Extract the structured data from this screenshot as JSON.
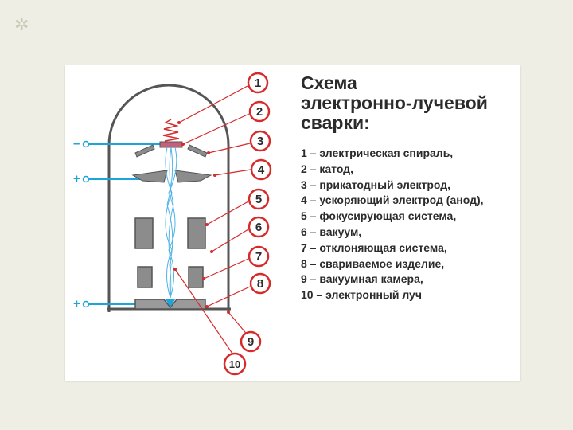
{
  "slide_bullet": "✲",
  "title_lines": [
    "Схема",
    "электронно-лучевой",
    "сварки:"
  ],
  "legend": [
    "1 – электрическая спираль,",
    "2 – катод,",
    "3 – прикатодный электрод,",
    "4 – ускоряющий электрод (анод),",
    "5 – фокусирующая система,",
    "6 – вакуум,",
    "7 – отклоняющая система,",
    "8 – свариваемое изделие,",
    "9 – вакуумная камера,",
    "10 – электронный луч"
  ],
  "callouts": [
    "1",
    "2",
    "3",
    "4",
    "5",
    "6",
    "7",
    "8",
    "9",
    "10"
  ],
  "terminals": [
    "–",
    "+",
    "+"
  ],
  "colors": {
    "callout_red": "#d62b2b",
    "wire_blue": "#1da4d8",
    "beam_blue": "#4fb3e6",
    "outline": "#555555",
    "part_fill": "#8c8c8c"
  }
}
